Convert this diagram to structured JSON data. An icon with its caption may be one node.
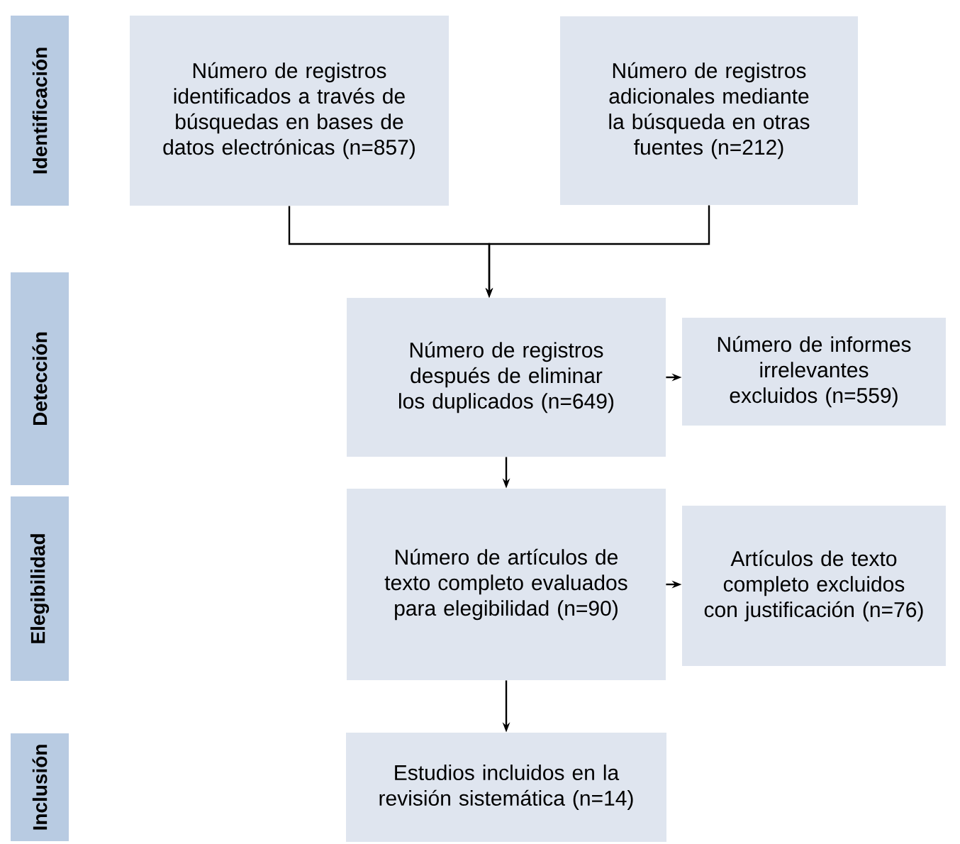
{
  "diagram": {
    "nodes": [
      {
        "text": [
          "Identificación"
        ]
      },
      {
        "text": [
          "Número de registros identificados a través de búsquedas en bases de datos electrónicas (n=857)"
        ]
      },
      {
        "text": [
          "Número de registros adicionales mediante la búsqueda en otras fuentes (n=212)"
        ]
      },
      {
        "text": [
          "Detección"
        ]
      },
      {
        "text": [
          "Número de registros después de eliminar los duplicados (n=649)"
        ]
      },
      {
        "text": [
          "Número de informes irrelevantes excluidos (n=559)"
        ]
      },
      {
        "text": [
          "Elegibilidad"
        ]
      },
      {
        "text": [
          "Número de artículos de texto completo evaluados para elegibilidad (n=90)"
        ]
      },
      {
        "text": [
          "Artículos de texto completo excluidos con justificación (n=76)"
        ]
      },
      {
        "text": [
          "Inclusión"
        ]
      },
      {
        "text": [
          "Estudios incluidos en la revisión sistemática (n=14)"
        ]
      }
    ],
    "edges": [
      {
        "from": 1,
        "to": 4,
        "arrow": "to"
      },
      {
        "from": 2,
        "to": 4,
        "arrow": "to"
      },
      {
        "from": 4,
        "to": 5,
        "arrow": "to"
      },
      {
        "from": 4,
        "to": 7,
        "arrow": "to"
      },
      {
        "from": 7,
        "to": 8,
        "arrow": "to"
      },
      {
        "from": 7,
        "to": 10,
        "arrow": "to"
      }
    ]
  }
}
